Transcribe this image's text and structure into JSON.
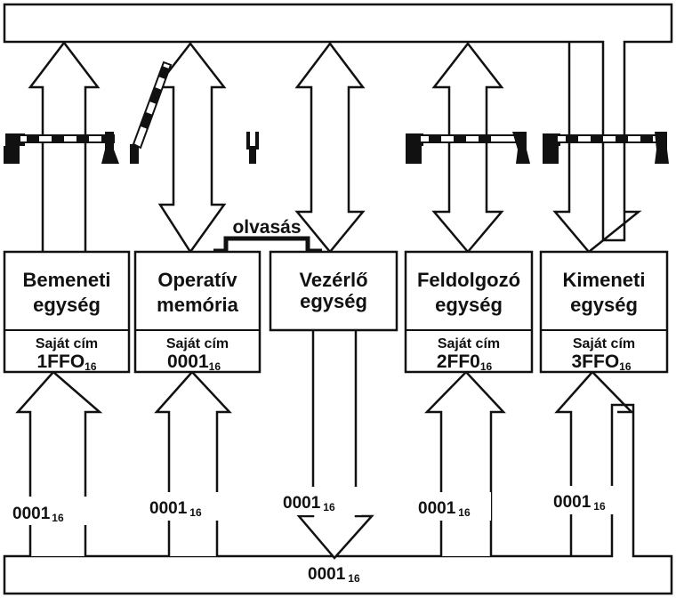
{
  "diagram": {
    "units": [
      {
        "name": "Bemeneti",
        "name2": "egység",
        "own_label": "Saját cím",
        "addr": "1FFO",
        "addr_sub": "16",
        "bus_value": "0001",
        "bus_sub": "16"
      },
      {
        "name": "Operatív",
        "name2": "memória",
        "own_label": "Saját cím",
        "addr": "0001",
        "addr_sub": "16",
        "bus_value": "0001",
        "bus_sub": "16"
      },
      {
        "name": "Vezérlő",
        "name2": "egység",
        "bus_value": "0001",
        "bus_sub": "16"
      },
      {
        "name": "Feldolgozó",
        "name2": "egység",
        "own_label": "Saját cím",
        "addr": "2FF0",
        "addr_sub": "16",
        "bus_value": "0001",
        "bus_sub": "16"
      },
      {
        "name": "Kimeneti",
        "name2": "egység",
        "own_label": "Saját cím",
        "addr": "3FFO",
        "addr_sub": "16",
        "bus_value": "0001",
        "bus_sub": "16"
      }
    ],
    "read_label": "olvasás",
    "bottom_bus": {
      "value": "0001",
      "sub": "16"
    },
    "gates": [
      {
        "unit": "Bemeneti egység",
        "state": "closed"
      },
      {
        "unit": "Operatív memória",
        "state": "open"
      },
      {
        "unit": "Vezérlő egység",
        "state": "none"
      },
      {
        "unit": "Feldolgozó egység",
        "state": "closed"
      },
      {
        "unit": "Kimeneti egység",
        "state": "closed"
      }
    ],
    "colors": {
      "ink": "#111111",
      "background": "#ffffff"
    }
  }
}
